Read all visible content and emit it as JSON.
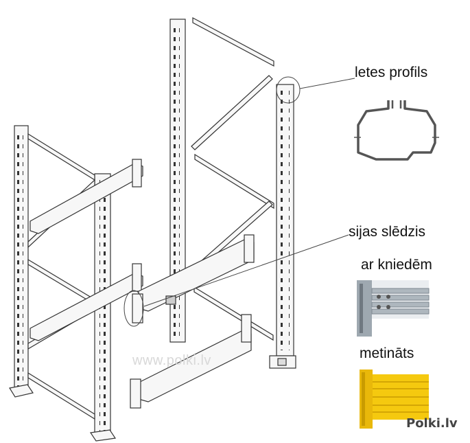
{
  "labels": {
    "upright_profile": "letes profils",
    "beam_lock": "sijas slēdzis",
    "riveted": "ar kniedēm",
    "welded": "metināts"
  },
  "watermarks": {
    "center": "www.polki.lv",
    "corner": "Polki.lv"
  },
  "colors": {
    "line": "#333333",
    "steel": "#f4f4f4",
    "weld_yellow": "#f2c40c",
    "rivet_gray": "#8f9aa3"
  }
}
